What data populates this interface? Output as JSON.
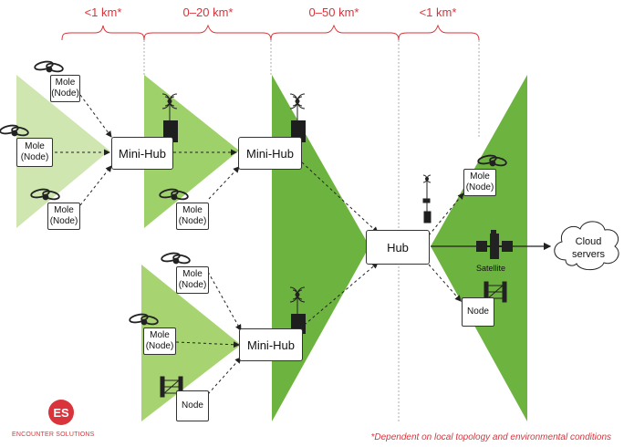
{
  "ranges": [
    "<1 km*",
    "0–20 km*",
    "0–50 km*",
    "<1 km*"
  ],
  "nodes": {
    "mole_label": "Mole",
    "node_label": "(Node)",
    "plain_node_label": "Node"
  },
  "hubs": {
    "mini_hub": "Mini-Hub",
    "hub": "Hub"
  },
  "satellite_label": "Satellite",
  "cloud": {
    "line1": "Cloud",
    "line2": "servers"
  },
  "logo": {
    "mark": "ES",
    "name": "ENCOUNTER SOLUTIONS"
  },
  "footnote": "*Dependent on local topology and environmental conditions",
  "colors": {
    "light_green": "#cfe6b1",
    "mid_green": "#9fd16a",
    "dark_green": "#6db33f",
    "accent_red": "#d9343b"
  }
}
